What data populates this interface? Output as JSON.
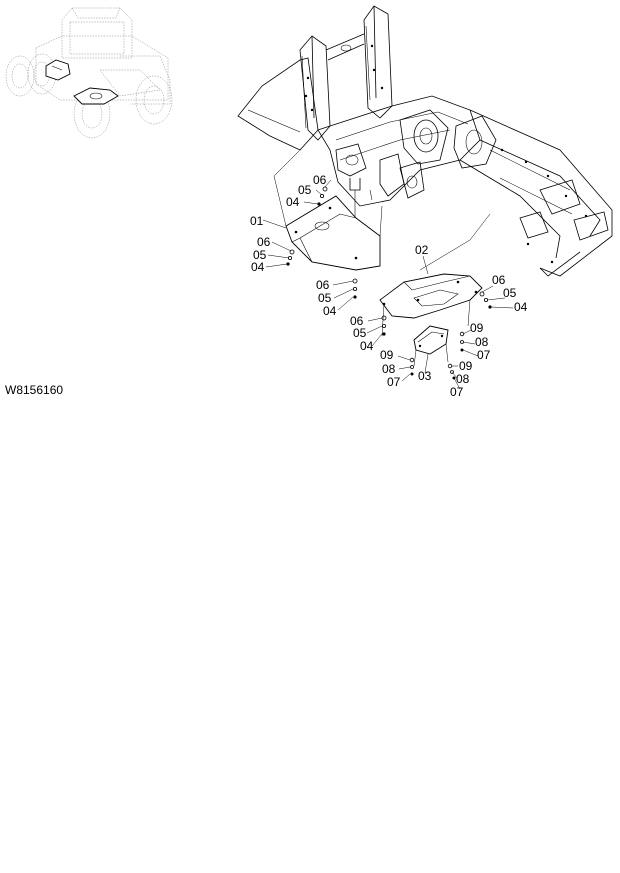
{
  "figure": {
    "code": "W8156160"
  },
  "callouts": [
    {
      "id": "c01a",
      "label": "01"
    },
    {
      "id": "c02a",
      "label": "02"
    },
    {
      "id": "c03a",
      "label": "03"
    },
    {
      "id": "c06a",
      "label": "06"
    },
    {
      "id": "c05a",
      "label": "05"
    },
    {
      "id": "c04a",
      "label": "04"
    },
    {
      "id": "c06b",
      "label": "06"
    },
    {
      "id": "c05b",
      "label": "05"
    },
    {
      "id": "c04b",
      "label": "04"
    },
    {
      "id": "c06c",
      "label": "06"
    },
    {
      "id": "c05c",
      "label": "05"
    },
    {
      "id": "c04c",
      "label": "04"
    },
    {
      "id": "c06d",
      "label": "06"
    },
    {
      "id": "c05d",
      "label": "05"
    },
    {
      "id": "c04d",
      "label": "04"
    },
    {
      "id": "c06e",
      "label": "06"
    },
    {
      "id": "c05e",
      "label": "05"
    },
    {
      "id": "c04e",
      "label": "04"
    },
    {
      "id": "c09a",
      "label": "09"
    },
    {
      "id": "c08a",
      "label": "08"
    },
    {
      "id": "c07a",
      "label": "07"
    },
    {
      "id": "c09b",
      "label": "09"
    },
    {
      "id": "c08b",
      "label": "08"
    },
    {
      "id": "c07b",
      "label": "07"
    },
    {
      "id": "c09c",
      "label": "09"
    },
    {
      "id": "c08c",
      "label": "08"
    },
    {
      "id": "c07c",
      "label": "07"
    }
  ]
}
